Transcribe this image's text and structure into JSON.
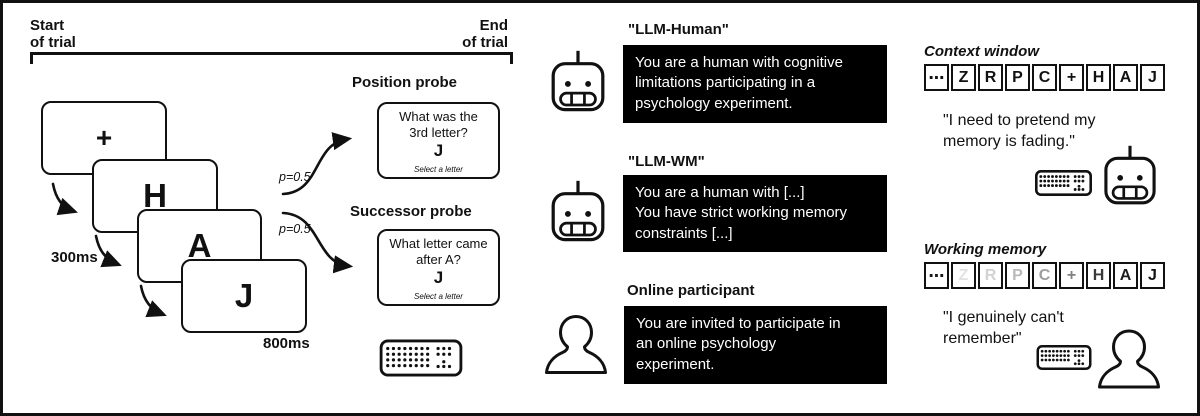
{
  "trial_panel": {
    "start_label": "Start\nof trial",
    "end_label": "End\nof trial",
    "stimuli": [
      "+",
      "H",
      "A",
      "J"
    ],
    "timing_first": "300ms",
    "timing_last": "800ms",
    "prob_top": "p=0.5",
    "prob_bottom": "p=0.5",
    "position_probe": {
      "title": "Position probe",
      "question": "What was the\n3rd letter?",
      "answer": "J",
      "hint": "Select a letter"
    },
    "successor_probe": {
      "title": "Successor probe",
      "question": "What letter came\nafter A?",
      "answer": "J",
      "hint": "Select a letter"
    }
  },
  "prompts": [
    {
      "title": "\"LLM-Human\"",
      "icon": "robot-icon",
      "text": "You are a human with cognitive\nlimitations participating in a\npsychology experiment."
    },
    {
      "title": "\"LLM-WM\"",
      "icon": "robot-icon",
      "text": "You are a human with [...]\nYou have strict working memory\nconstraints [...]"
    },
    {
      "title": "Online participant",
      "icon": "person-icon",
      "text": "You are invited to participate in\nan online psychology\nexperiment."
    }
  ],
  "context_window": {
    "label": "Context window",
    "cells": [
      "⋯",
      "Z",
      "R",
      "P",
      "C",
      "+",
      "H",
      "A",
      "J"
    ],
    "quote": "\"I need to pretend my\nmemory is fading.\""
  },
  "working_memory": {
    "label": "Working memory",
    "cells": [
      "⋯",
      "Z",
      "R",
      "P",
      "C",
      "+",
      "H",
      "A",
      "J"
    ],
    "cell_colors": [
      "#1a1a1a",
      "#e2e2e2",
      "#d2d2d2",
      "#b9b9b9",
      "#9e9e9e",
      "#7f7f7f",
      "#3a3a3a",
      "#1f1f1f",
      "#111111"
    ],
    "quote": "\"I genuinely can't\nremember\""
  },
  "colors": {
    "ink": "#111111",
    "prompt_box_bg": "#000000",
    "prompt_box_text": "#ffffff"
  }
}
